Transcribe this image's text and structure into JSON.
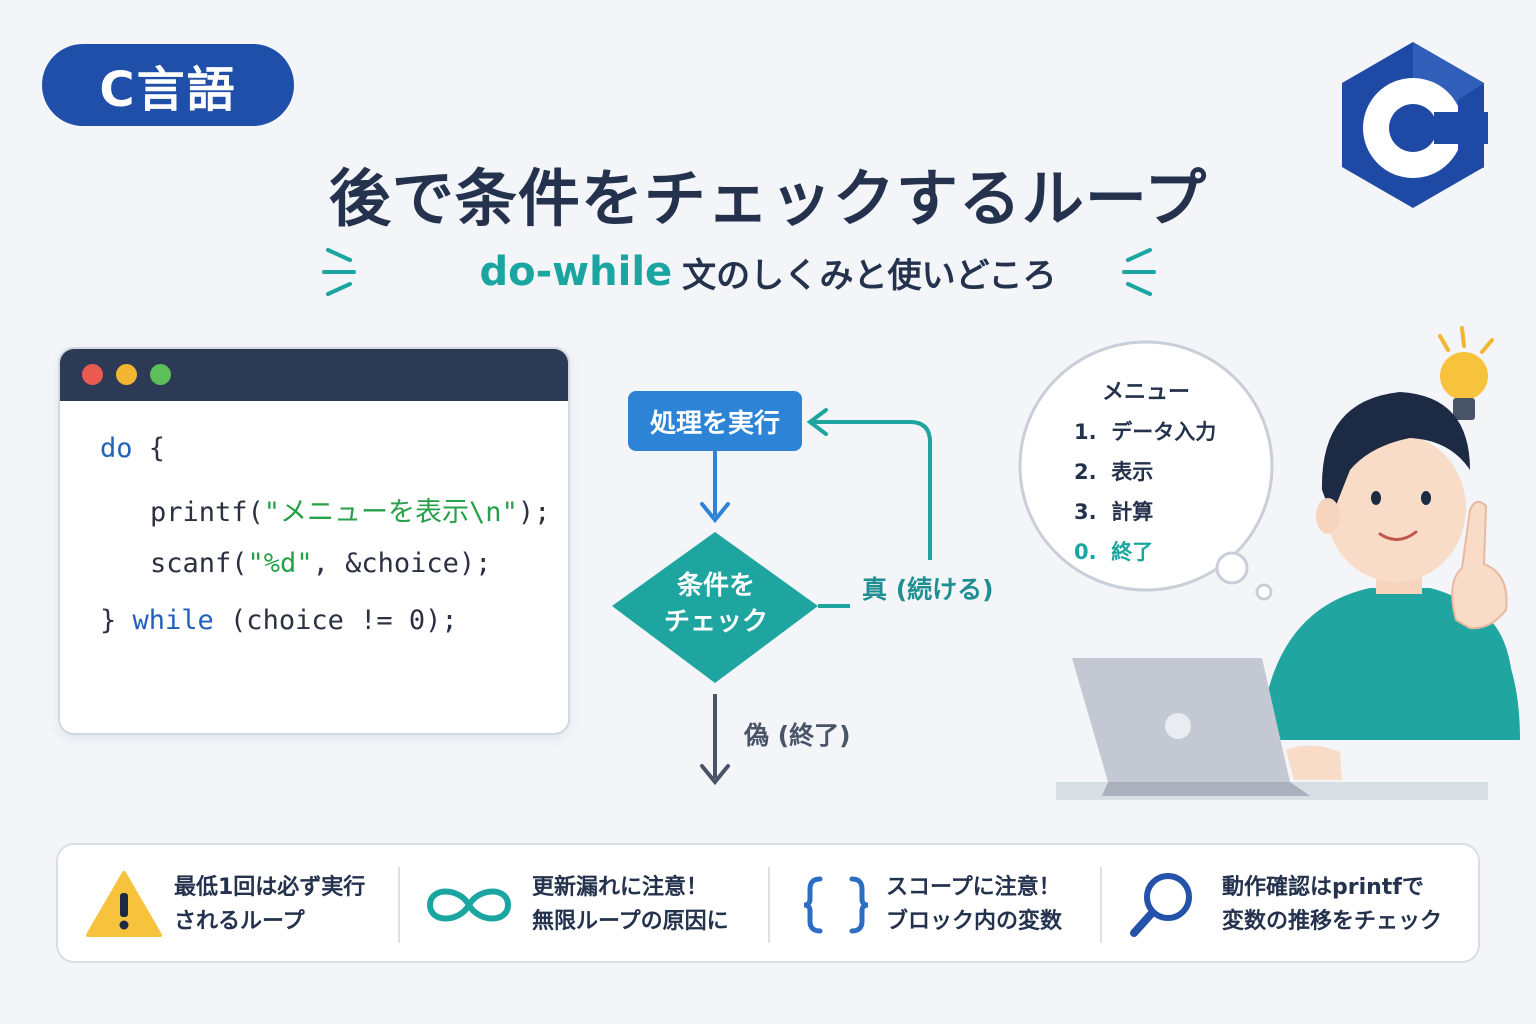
{
  "badge": {
    "label": "C言語"
  },
  "logo": {
    "letter": "C",
    "name": "c-language-logo"
  },
  "header": {
    "title": "後で条件をチェックするループ",
    "subtitle_keyword": "do-while",
    "subtitle_rest": "文のしくみと使いどころ"
  },
  "code": {
    "lines": [
      [
        "do",
        " {"
      ],
      [
        "printf(",
        "\"メニューを表示\\n\"",
        ");"
      ],
      [
        "scanf(",
        "\"%d\"",
        ", &choice);"
      ],
      [
        "} ",
        "while",
        " (choice != ",
        "0",
        ");"
      ]
    ]
  },
  "flow": {
    "process": "処理を実行",
    "condition_line1": "条件を",
    "condition_line2": "チェック",
    "true_label": "真 (続ける)",
    "false_label": "偽 (終了)"
  },
  "menu": {
    "title": "メニュー",
    "items": [
      "1.  データ入力",
      "2.  表示",
      "3.  計算",
      "0.  終了"
    ]
  },
  "tips": [
    {
      "icon": "warning-icon",
      "line1": "最低1回は必ず実行",
      "line2": "されるループ"
    },
    {
      "icon": "infinity-icon",
      "line1": "更新漏れに注意！",
      "line2": "無限ループの原因に"
    },
    {
      "icon": "braces-icon",
      "line1": "スコープに注意！",
      "line2": "ブロック内の変数"
    },
    {
      "icon": "magnifier-icon",
      "line1": "動作確認はprintfで",
      "line2": "変数の推移をチェック"
    }
  ],
  "colors": {
    "brand_blue": "#1f4fa8",
    "teal": "#1aa5a0",
    "process_blue": "#2d83d6",
    "code_bar": "#2d3a55",
    "string_green": "#27a04a",
    "keyword_blue": "#2361b8"
  }
}
